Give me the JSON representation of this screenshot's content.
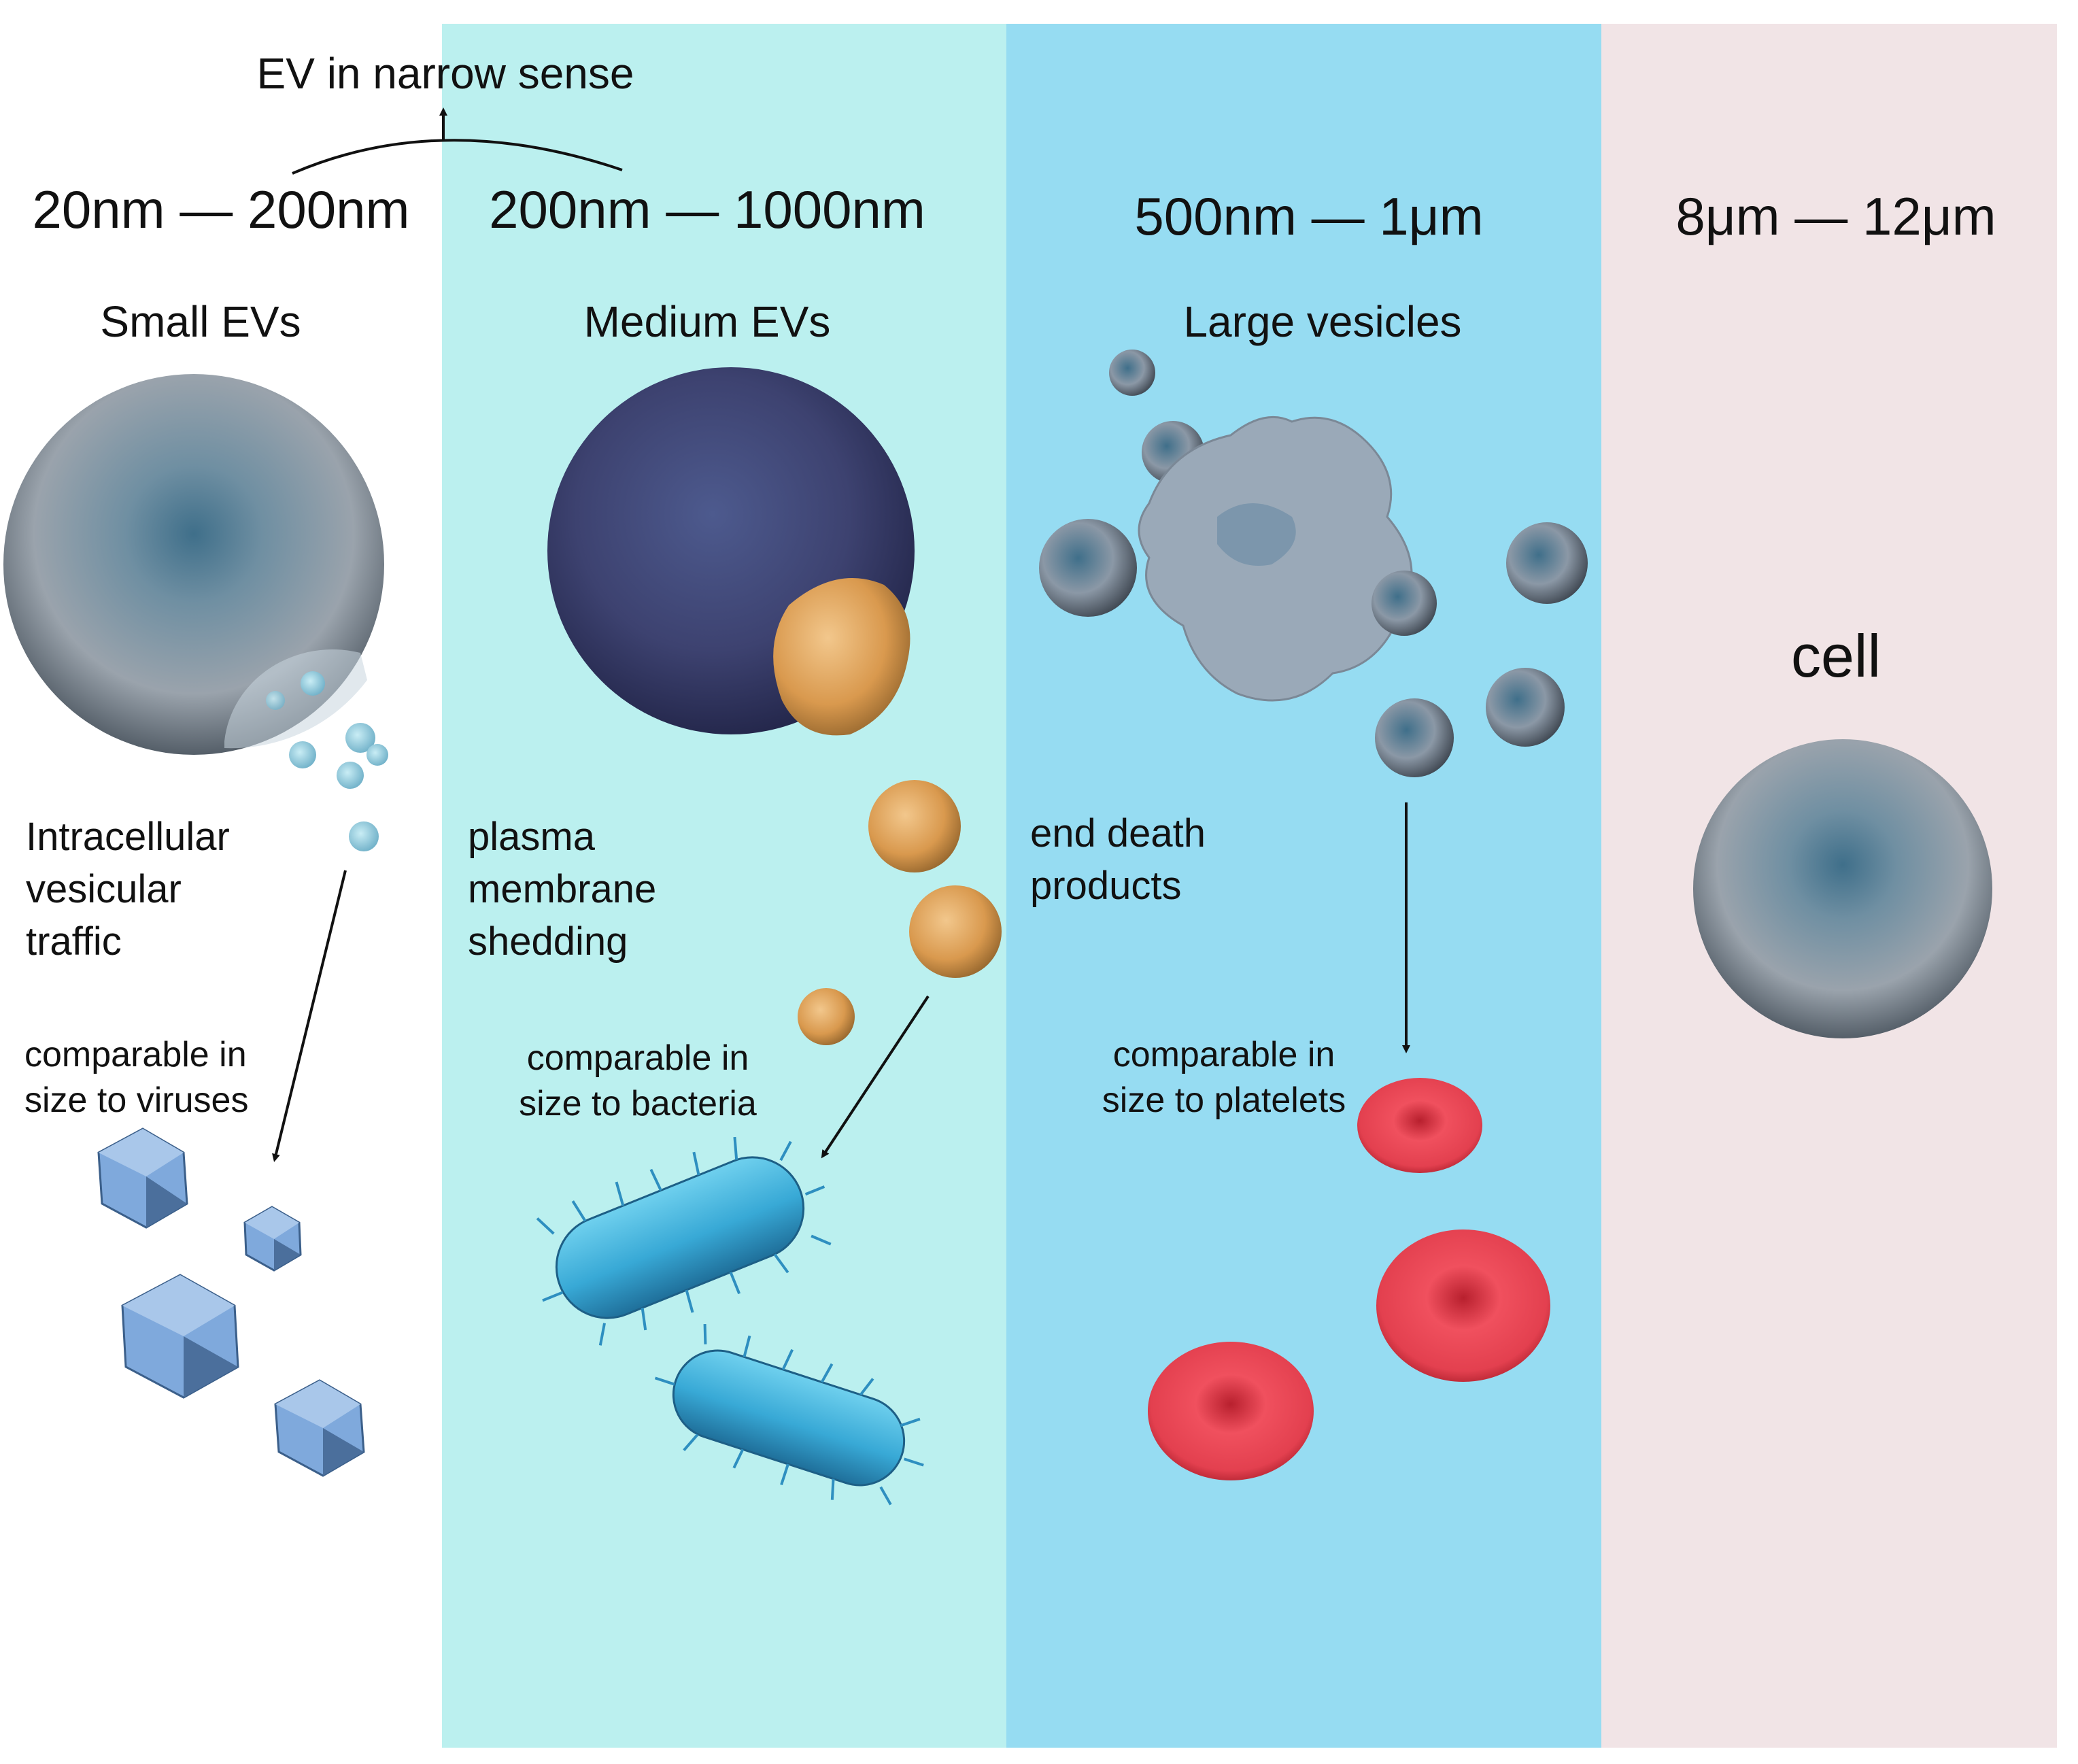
{
  "header": {
    "narrow_sense_label": "EV in narrow sense"
  },
  "colors": {
    "band_medium": "#bbf0ef",
    "band_large": "#96dcf2",
    "band_cell": "#f1e4e6",
    "sphere_gray": "#8f99a3",
    "sphere_core": "#3f6f8a",
    "sphere_navy": "#3d4270",
    "orange_particle": "#d9994e",
    "virus_blue": "#7fa9dc",
    "bacteria_cyan": "#38a9d6",
    "platelet_red": "#e3404f"
  },
  "columns": [
    {
      "id": "small",
      "size_range": "20nm — 200nm",
      "category": "Small  EVs",
      "origin": [
        "Intracellular",
        "vesicular",
        "traffic"
      ],
      "comparison": [
        "comparable in",
        "size to viruses"
      ],
      "icons": [
        "vesicle-icon",
        "virus-icon"
      ]
    },
    {
      "id": "medium",
      "size_range": "200nm — 1000nm",
      "category": "Medium  EVs",
      "origin": [
        "plasma",
        "membrane",
        "shedding"
      ],
      "comparison": [
        "comparable in",
        "size to bacteria"
      ],
      "icons": [
        "microvesicle-icon",
        "bacteria-icon"
      ]
    },
    {
      "id": "large",
      "size_range": "500nm — 1μm",
      "category": "Large vesicles",
      "origin": [
        "end death",
        "products"
      ],
      "comparison": [
        "comparable in",
        "size to platelets"
      ],
      "icons": [
        "apoptotic-body-icon",
        "platelet-icon"
      ]
    },
    {
      "id": "cell",
      "size_range": "8μm — 12μm",
      "category": "cell",
      "icons": [
        "cell-icon"
      ]
    }
  ]
}
